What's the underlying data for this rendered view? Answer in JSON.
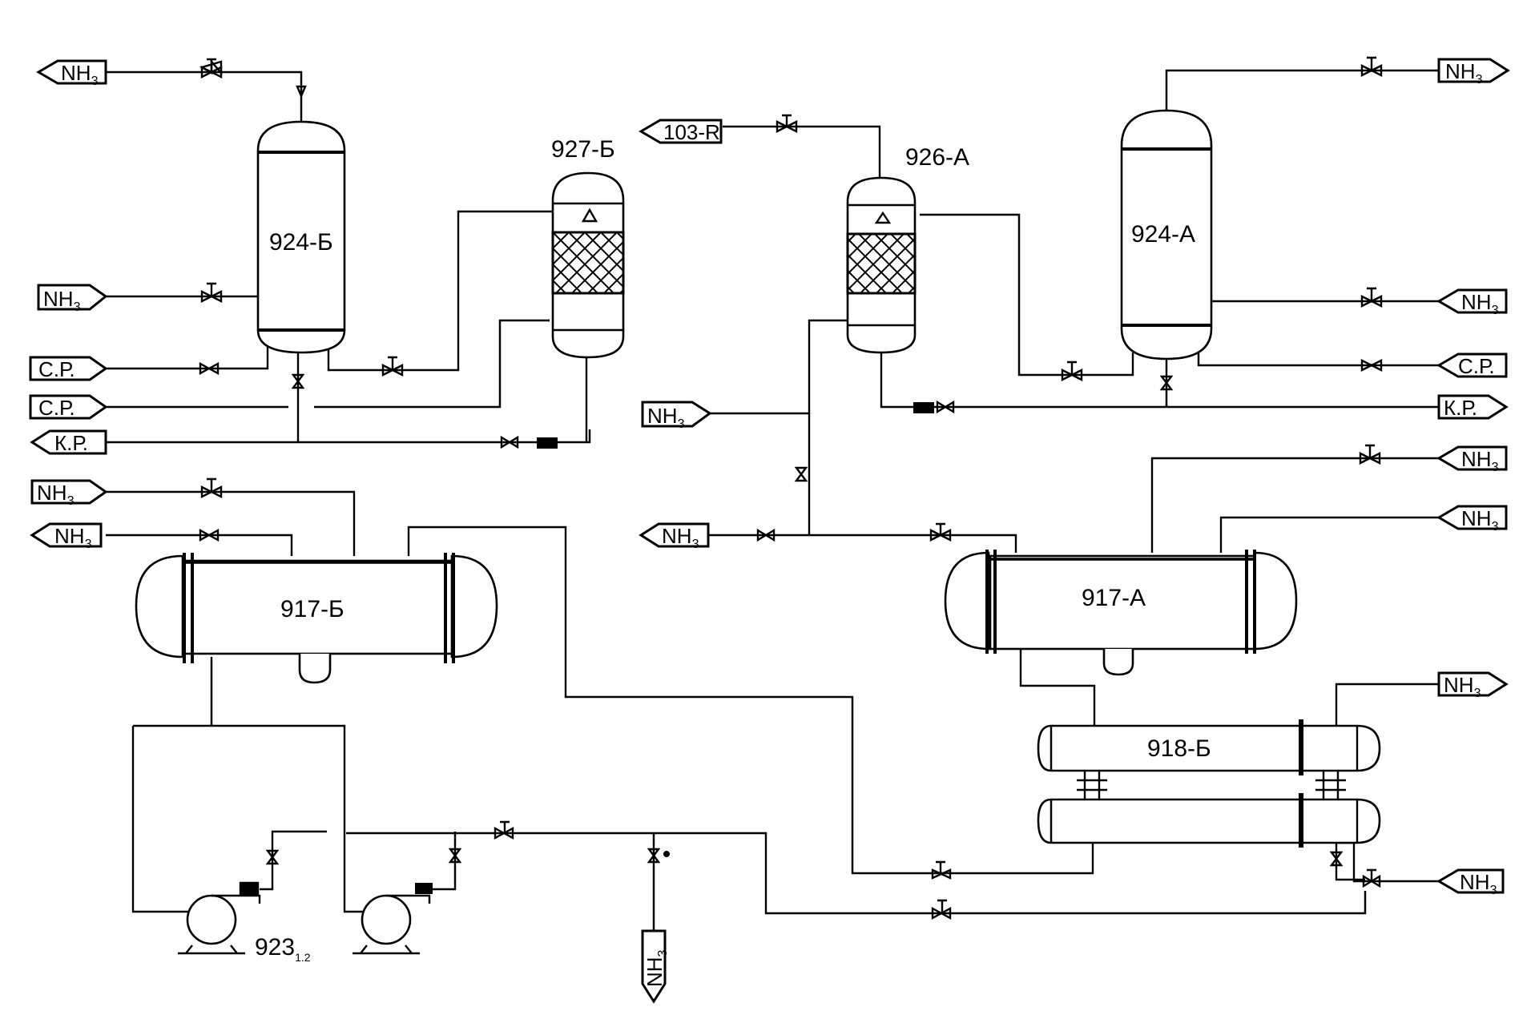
{
  "equipment": {
    "v924b": "924-Б",
    "v927b": "927-Б",
    "v926a": "926-А",
    "v924a": "924-А",
    "v917b": "917-Б",
    "v917a": "917-А",
    "v918b": "918-Б",
    "pump_main": "923",
    "pump_sub": "1.2"
  },
  "streams": {
    "nh3_main": "NH",
    "nh3_sub": "3",
    "cp": "С.Р.",
    "kp": "К.Р.",
    "r103": "103-R"
  },
  "colors": {
    "line": "#000000",
    "background": "#ffffff"
  }
}
